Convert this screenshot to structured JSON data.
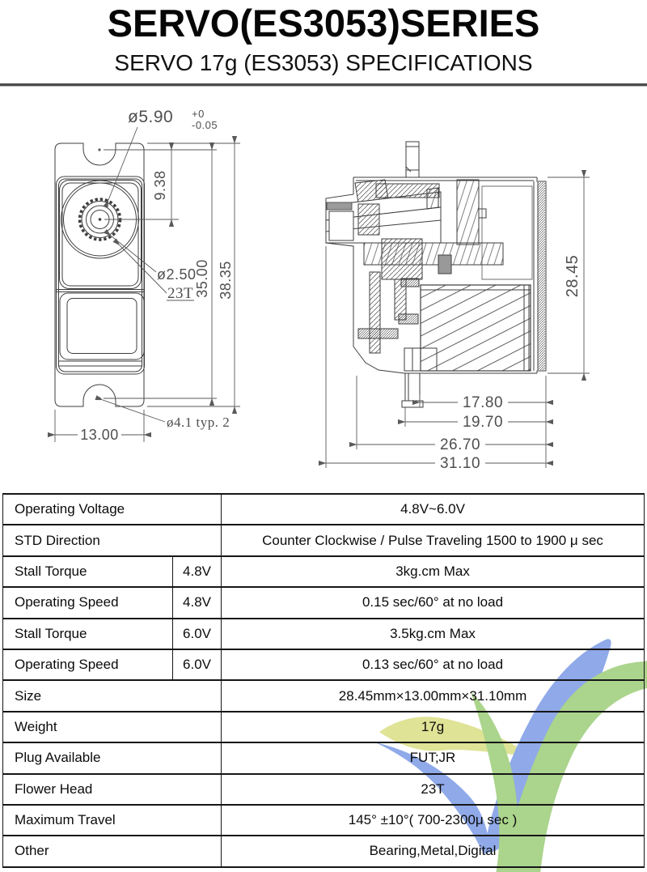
{
  "page": {
    "title": "SERVO(ES3053)SERIES",
    "subtitle": "SERVO 17g (ES3053) SPECIFICATIONS"
  },
  "drawings": {
    "front": {
      "shaft_dia": "ø5.90",
      "shaft_tol_upper": "+0",
      "shaft_tol_lower": "-0.05",
      "shaft_offset": "9.38",
      "hole_dia": "ø2.50",
      "spline_teeth": "23T",
      "hole_span": "35.00",
      "overall_height": "38.35",
      "overall_width": "13.00",
      "mount_hole": "ø4.1  typ. 2"
    },
    "side": {
      "overall_height": "28.45",
      "depth_post": "17.80",
      "depth_body": "19.70",
      "depth_case": "26.70",
      "depth_overall": "31.10"
    }
  },
  "table": {
    "rows": [
      {
        "label": "Operating Voltage",
        "voltage": "",
        "value": "4.8V~6.0V"
      },
      {
        "label": "STD Direction",
        "voltage": "",
        "value": "Counter Clockwise / Pulse Traveling 1500 to 1900 μ sec"
      },
      {
        "label": "Stall Torque",
        "voltage": "4.8V",
        "value": "3kg.cm Max"
      },
      {
        "label": "Operating Speed",
        "voltage": "4.8V",
        "value": "0.15 sec/60° at no load"
      },
      {
        "label": "Stall Torque",
        "voltage": "6.0V",
        "value": "3.5kg.cm Max"
      },
      {
        "label": "Operating Speed",
        "voltage": "6.0V",
        "value": "0.13 sec/60° at no load"
      },
      {
        "label": "Size",
        "voltage": "",
        "value": "28.45mm×13.00mm×31.10mm"
      },
      {
        "label": "Weight",
        "voltage": "",
        "value": "17g"
      },
      {
        "label": "Plug Available",
        "voltage": "",
        "value": "FUT;JR"
      },
      {
        "label": "Flower Head",
        "voltage": "",
        "value": "23T"
      },
      {
        "label": "Maximum Travel",
        "voltage": "",
        "value": "145° ±10°( 700-2300μ sec )"
      },
      {
        "label": "Other",
        "voltage": "",
        "value": "Bearing,Metal,Digital"
      }
    ]
  },
  "watermark": {
    "blue": "#8fa9e9",
    "green": "#abd48c",
    "yellow": "#dfe396"
  }
}
